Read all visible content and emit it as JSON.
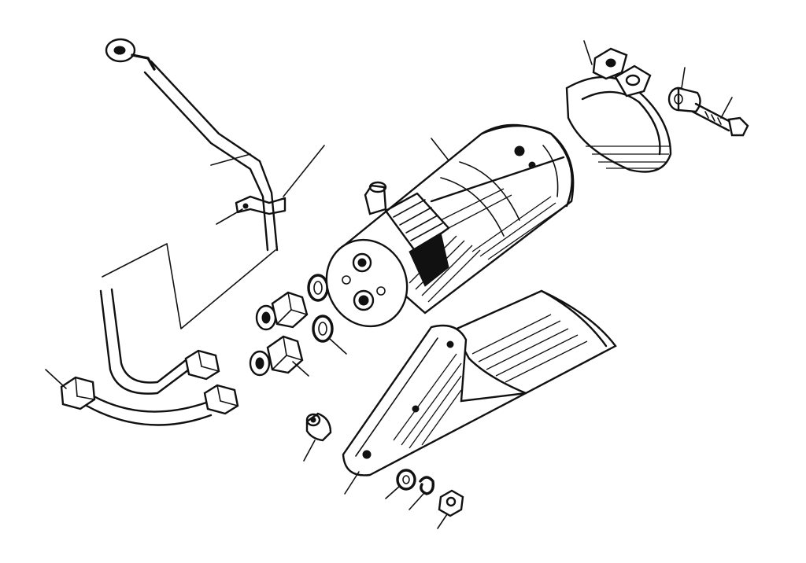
{
  "diagram": {
    "type": "exploded-parts-view",
    "colors": {
      "ink": "#111111",
      "paper": "#ffffff"
    },
    "parts": [
      {
        "id": "rigid-pipe"
      },
      {
        "id": "pipe-clip"
      },
      {
        "id": "receiver-drier"
      },
      {
        "id": "mounting-strap"
      },
      {
        "id": "strap-spacer"
      },
      {
        "id": "strap-bolt"
      },
      {
        "id": "sealing-washer-upper"
      },
      {
        "id": "sealing-washer-lower"
      },
      {
        "id": "union-fitting-upper"
      },
      {
        "id": "union-fitting-lower"
      },
      {
        "id": "flexible-hose-assembly"
      },
      {
        "id": "mounting-bracket"
      },
      {
        "id": "bracket-spacer"
      },
      {
        "id": "flat-washer"
      },
      {
        "id": "spring-washer"
      },
      {
        "id": "hex-nut"
      }
    ]
  }
}
